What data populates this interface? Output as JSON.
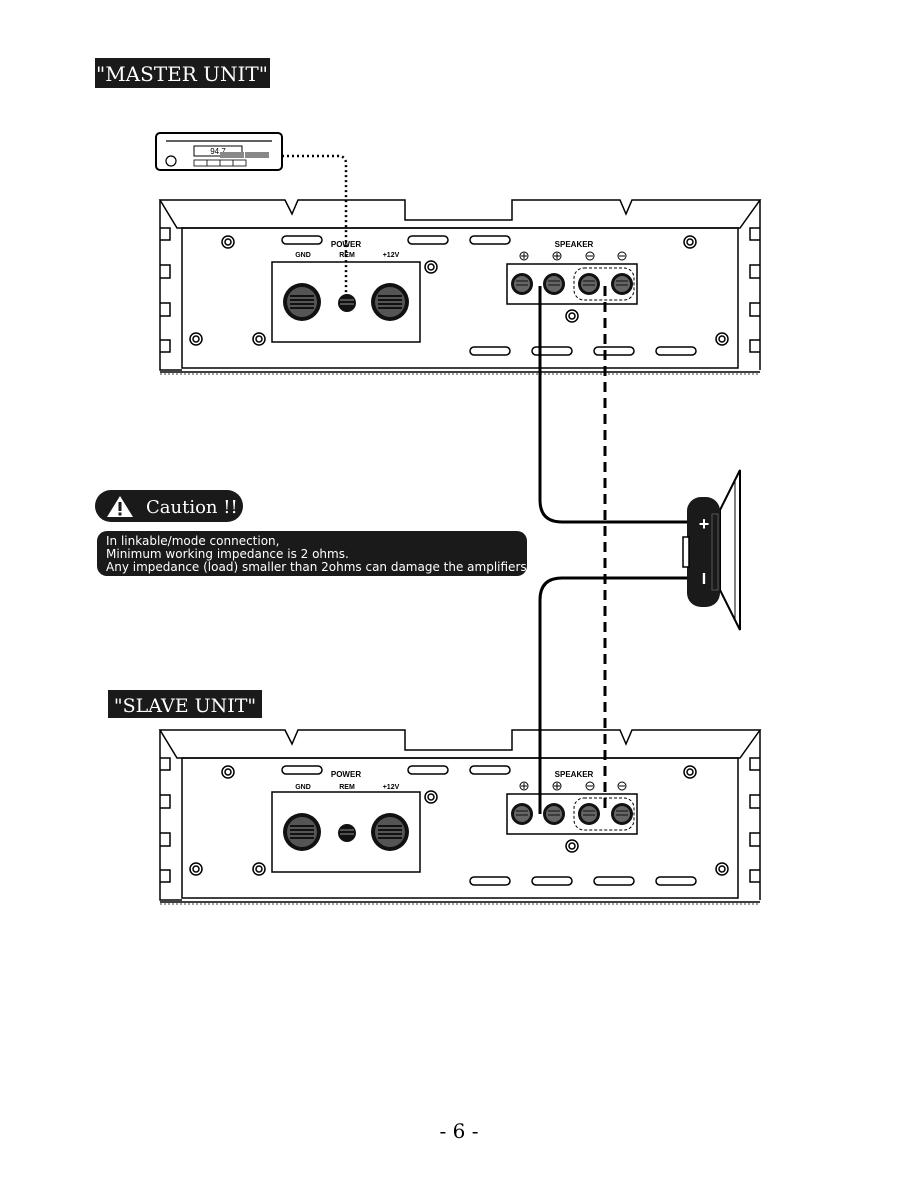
{
  "master_label": "\"MASTER UNIT\"",
  "slave_label": "\"SLAVE UNIT\"",
  "radio_display": "94.7",
  "amp_labels": {
    "power": "POWER",
    "gnd": "GND",
    "rem": "REM",
    "v12": "+12V",
    "speaker": "SPEAKER"
  },
  "caution": {
    "title": "Caution !!",
    "lines": [
      "In linkable/mode connection,",
      "Minimum working impedance is 2 ohms.",
      "Any impedance (load) smaller than 2ohms can damage the amplifiers"
    ]
  },
  "speaker_terminals": {
    "plus": "+",
    "minus": "I"
  },
  "page_number": "- 6 -"
}
